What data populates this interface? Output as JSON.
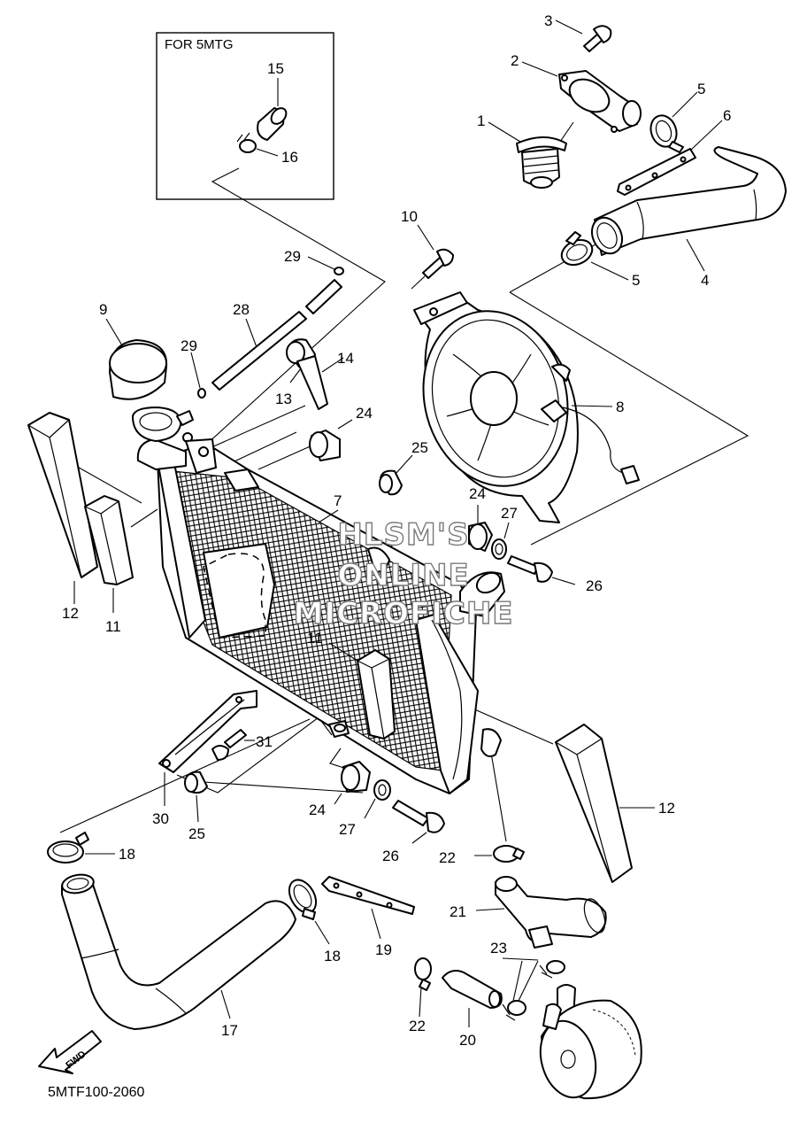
{
  "inset": {
    "title": "FOR 5MTG"
  },
  "watermark": {
    "line1": "HLSM'S",
    "line2": "ONLINE",
    "line3": "MICROFICHE"
  },
  "fwd_label": "FWD",
  "diagram_code": "5MTF100-2060",
  "callouts": {
    "c1": "1",
    "c2": "2",
    "c3": "3",
    "c4": "4",
    "c5a": "5",
    "c5b": "5",
    "c6": "6",
    "c7": "7",
    "c8": "8",
    "c9": "9",
    "c10": "10",
    "c11a": "11",
    "c11b": "11",
    "c12a": "12",
    "c12b": "12",
    "c13": "13",
    "c14": "14",
    "c15": "15",
    "c16": "16",
    "c17": "17",
    "c18a": "18",
    "c18b": "18",
    "c19": "19",
    "c20": "20",
    "c21": "21",
    "c22a": "22",
    "c22b": "22",
    "c23": "23",
    "c24a": "24",
    "c24b": "24",
    "c24c": "24",
    "c25a": "25",
    "c25b": "25",
    "c26a": "26",
    "c26b": "26",
    "c27a": "27",
    "c27b": "27",
    "c28": "28",
    "c29a": "29",
    "c29b": "29",
    "c30": "30",
    "c31": "31"
  }
}
